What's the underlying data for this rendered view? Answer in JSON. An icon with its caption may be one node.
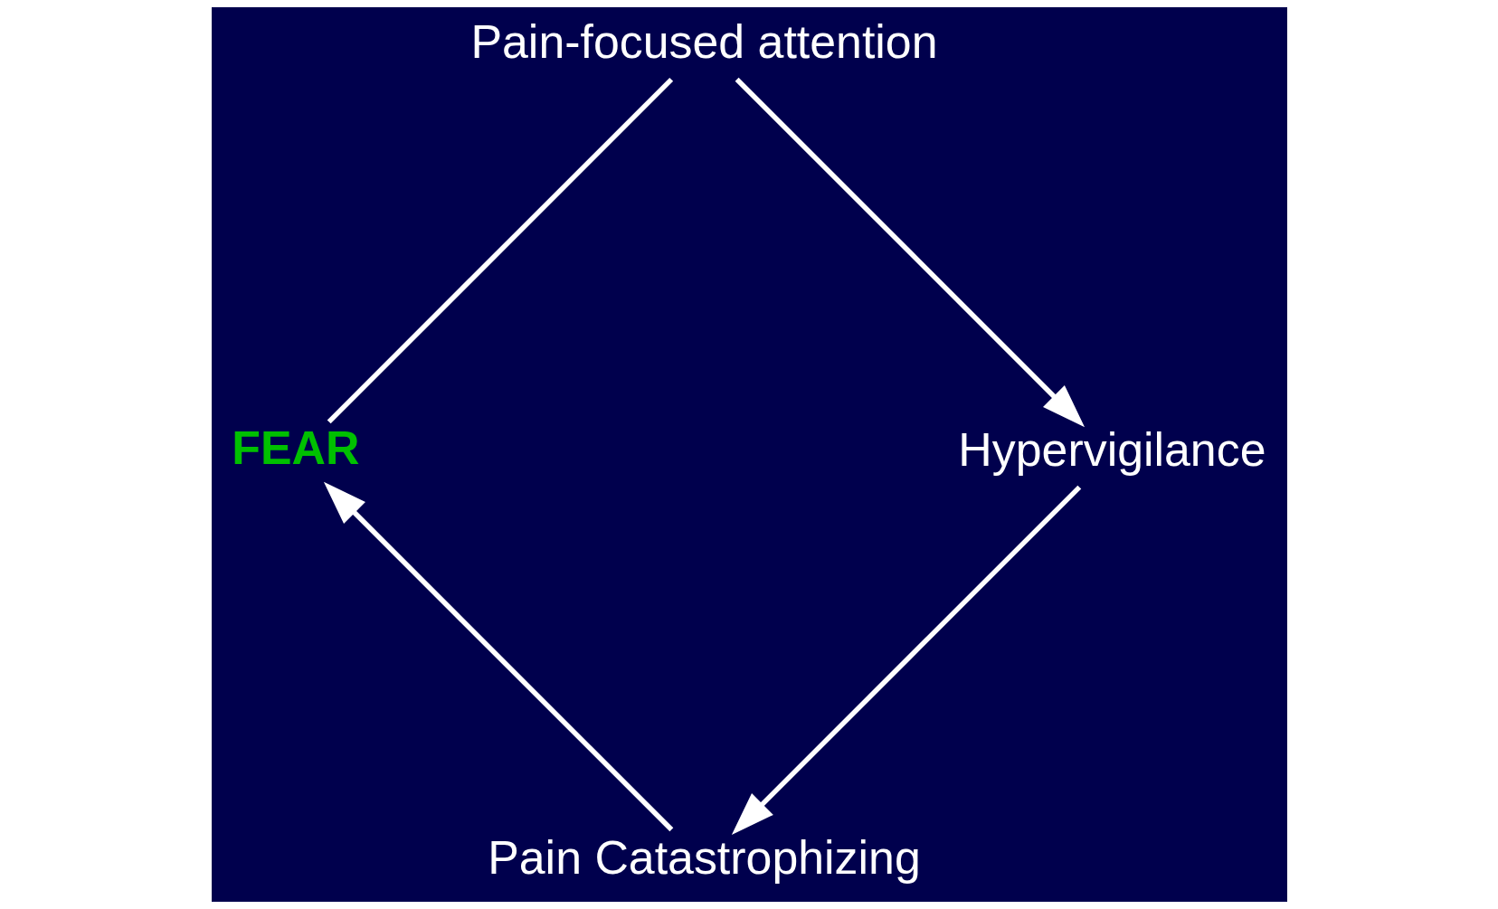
{
  "diagram": {
    "nodes": [
      {
        "text": [
          "Pain Catastrophizing"
        ]
      },
      {
        "text": [
          "FEAR"
        ]
      },
      {
        "text": [
          "Pain-focused attention"
        ]
      },
      {
        "text": [
          "Hypervigilance"
        ]
      }
    ],
    "edges": [
      {
        "from": 0,
        "to": 1,
        "arrow": "to"
      },
      {
        "from": 1,
        "to": 2,
        "arrow": "none"
      },
      {
        "from": 2,
        "to": 3,
        "arrow": "to"
      },
      {
        "from": 3,
        "to": 0,
        "arrow": "to"
      }
    ]
  }
}
